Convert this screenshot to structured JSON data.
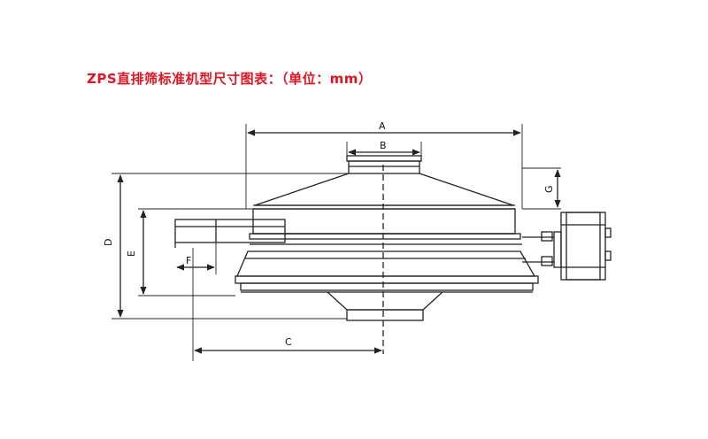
{
  "title": "ZPS直排筛标准机型尺寸图表：（单位：mm）",
  "labels": {
    "a": "A",
    "b": "B",
    "c": "C",
    "d": "D",
    "e": "E",
    "f": "F",
    "g": "G"
  },
  "colors": {
    "title": "#e8121f",
    "line": "#222222"
  }
}
